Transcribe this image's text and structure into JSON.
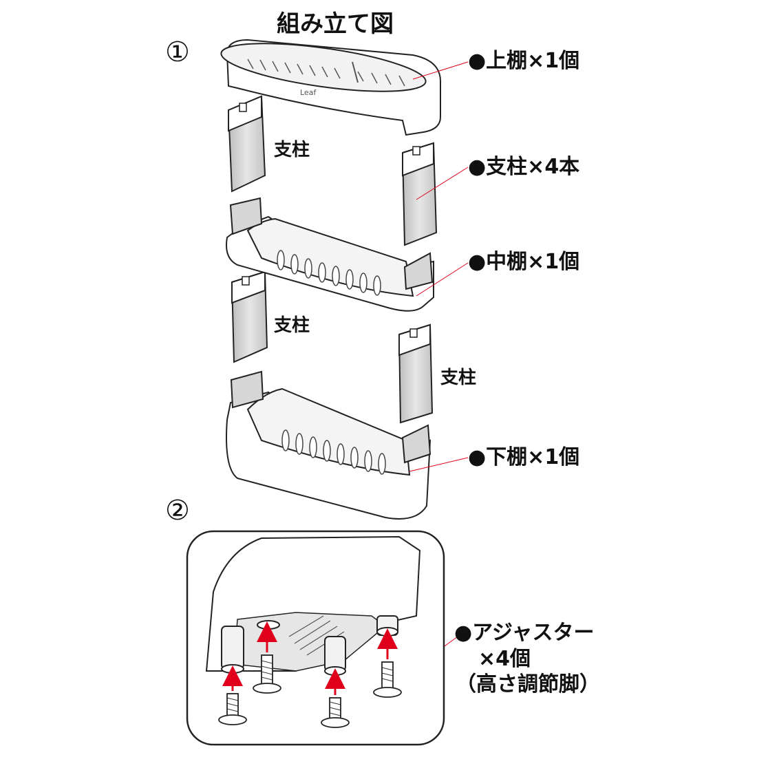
{
  "title": "組み立て図",
  "steps": [
    "①",
    "②"
  ],
  "parts": {
    "top_shelf": "●上棚×1個",
    "posts": "●支柱×4本",
    "middle_shelf": "●中棚×1個",
    "bottom_shelf": "●下棚×1個"
  },
  "post_label": "支柱",
  "adjuster": {
    "line1": "●アジャスター",
    "line2": "×4個",
    "line3": "（高さ調節脚）"
  },
  "logo_text": "Leaf",
  "colors": {
    "outline": "#222222",
    "arrow": "#e0001b",
    "leader": "#e0001b",
    "shade": "#c8c8c8",
    "fill": "#ffffff"
  }
}
